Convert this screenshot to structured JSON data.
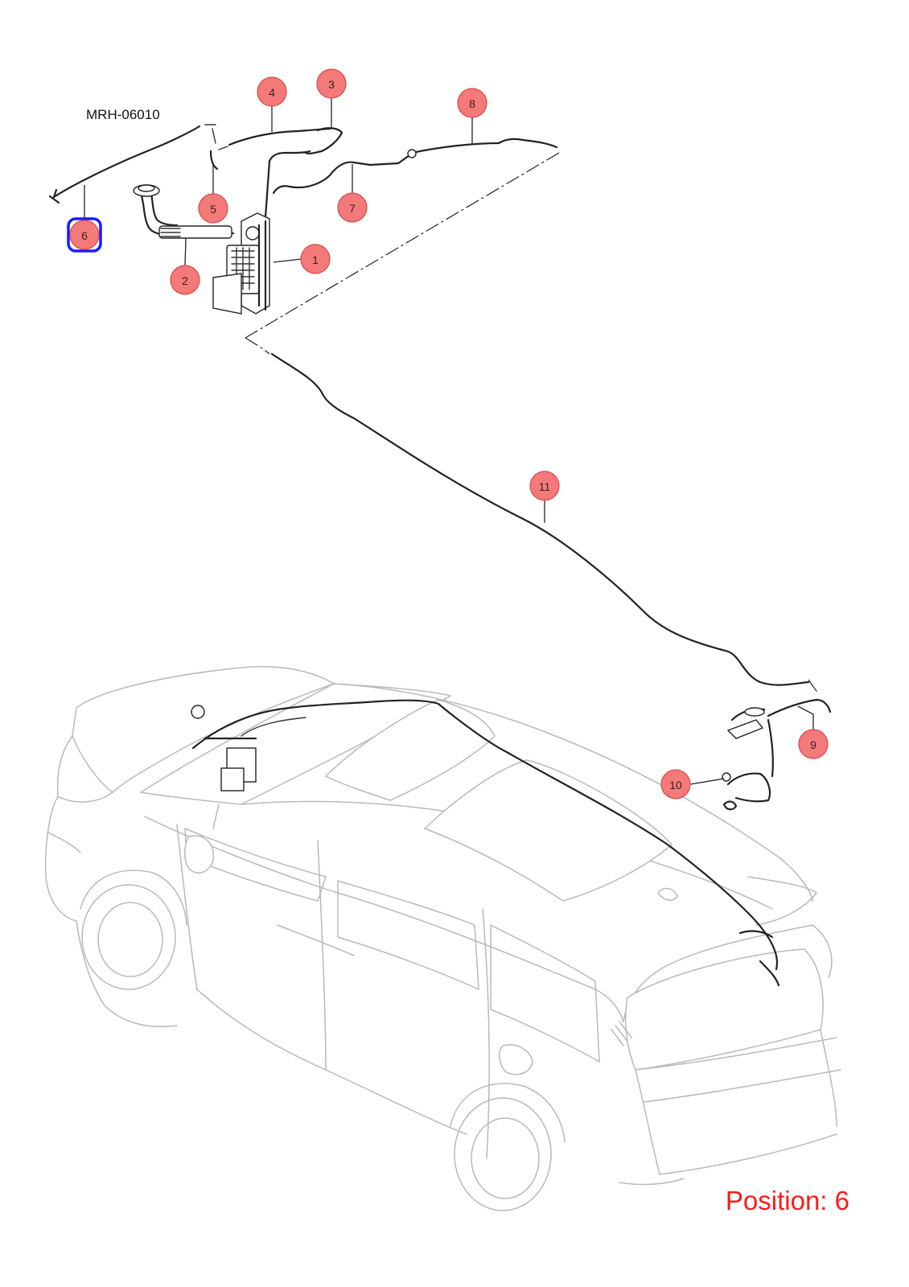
{
  "diagram": {
    "ref_code": "MRH-06010",
    "position_label": "Position: 6",
    "highlight_color": "#1a1aff",
    "callout_color": "#f47a7a",
    "callouts": [
      {
        "id": "1",
        "label": "1"
      },
      {
        "id": "2",
        "label": "2"
      },
      {
        "id": "3",
        "label": "3"
      },
      {
        "id": "4",
        "label": "4"
      },
      {
        "id": "5",
        "label": "5"
      },
      {
        "id": "6",
        "label": "6",
        "selected": true
      },
      {
        "id": "7",
        "label": "7"
      },
      {
        "id": "8",
        "label": "8"
      },
      {
        "id": "9",
        "label": "9"
      },
      {
        "id": "10",
        "label": "10"
      },
      {
        "id": "11",
        "label": "11"
      }
    ]
  }
}
